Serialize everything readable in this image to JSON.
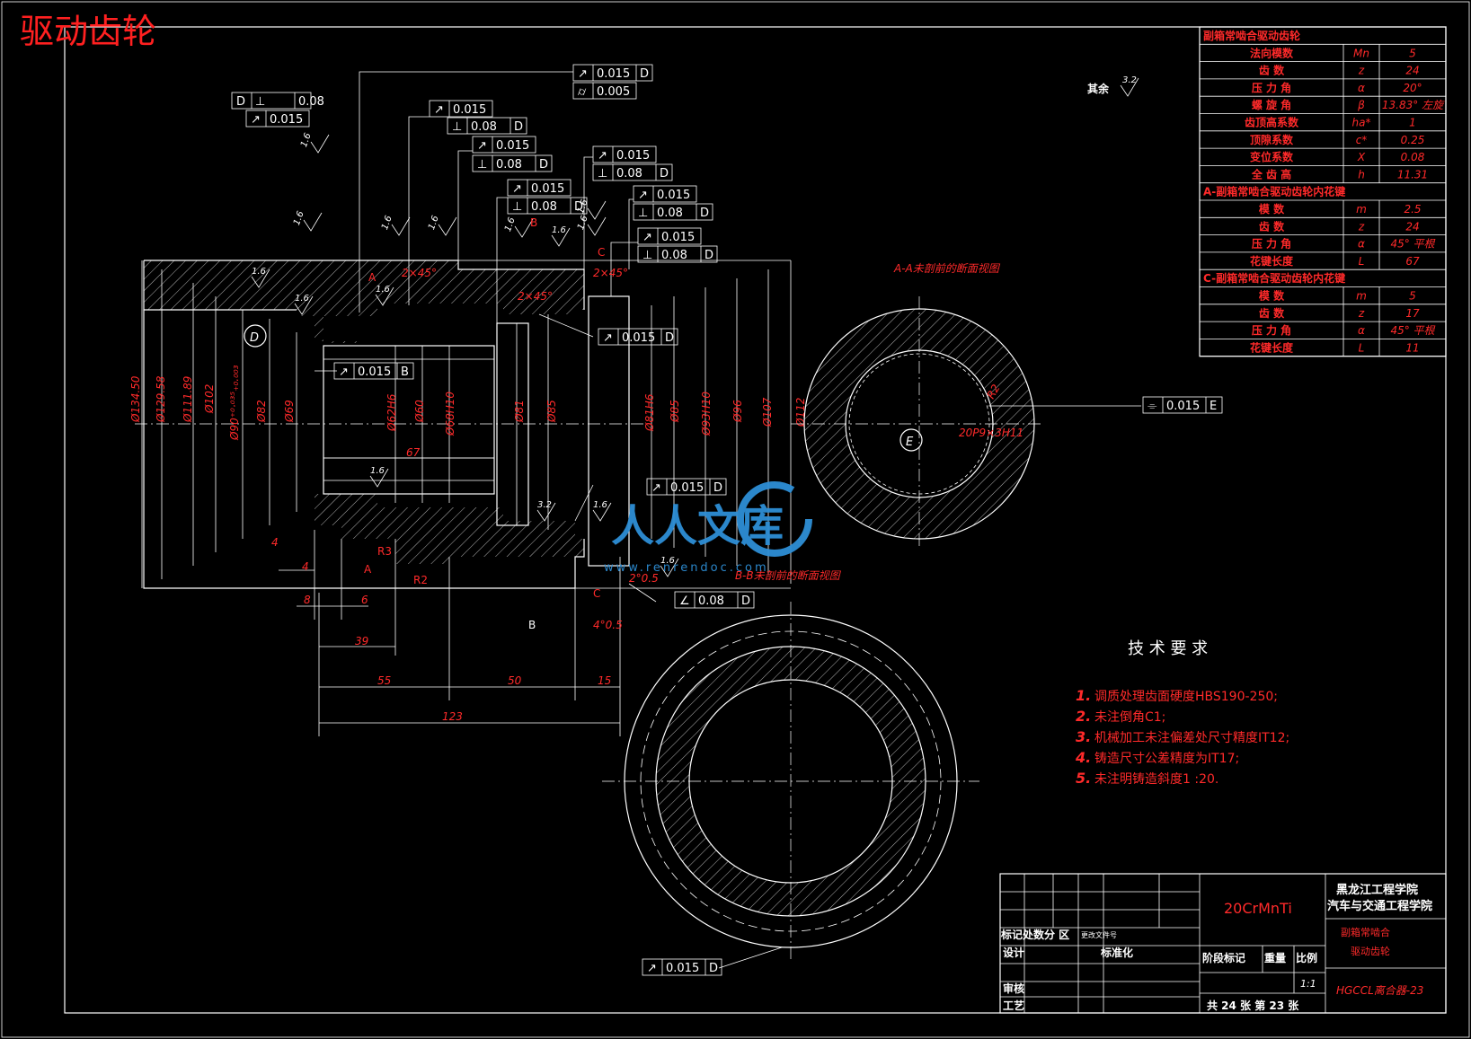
{
  "title": "驱动齿轮",
  "params_table": {
    "rows": [
      {
        "name": "副箱常啮合驱动齿轮",
        "sym": "",
        "val": "",
        "header": true
      },
      {
        "name": "法向模数",
        "sym": "Mn",
        "val": "5"
      },
      {
        "name": "齿 数",
        "sym": "z",
        "val": "24"
      },
      {
        "name": "压 力 角",
        "sym": "α",
        "val": "20°"
      },
      {
        "name": "螺 旋 角",
        "sym": "β",
        "val": "13.83° 左旋"
      },
      {
        "name": "齿顶高系数",
        "sym": "ha*",
        "val": "1"
      },
      {
        "name": "顶隙系数",
        "sym": "c*",
        "val": "0.25"
      },
      {
        "name": "变位系数",
        "sym": "X",
        "val": "0.08"
      },
      {
        "name": "全 齿 高",
        "sym": "h",
        "val": "11.31"
      },
      {
        "name": "A-副箱常啮合驱动齿轮内花键",
        "sym": "",
        "val": "",
        "header": true
      },
      {
        "name": "模 数",
        "sym": "m",
        "val": "2.5"
      },
      {
        "name": "齿 数",
        "sym": "z",
        "val": "24"
      },
      {
        "name": "压 力 角",
        "sym": "α",
        "val": "45° 平根"
      },
      {
        "name": "花键长度",
        "sym": "L",
        "val": "67"
      },
      {
        "name": "C-副箱常啮合驱动齿轮内花键",
        "sym": "",
        "val": "",
        "header": true
      },
      {
        "name": "模 数",
        "sym": "m",
        "val": "5"
      },
      {
        "name": "齿 数",
        "sym": "z",
        "val": "17"
      },
      {
        "name": "压 力 角",
        "sym": "α",
        "val": "45° 平根"
      },
      {
        "name": "花键长度",
        "sym": "L",
        "val": "11"
      }
    ]
  },
  "other_surface": "其余",
  "tolerance_frames": [
    {
      "sym": "↗",
      "val": "0.015",
      "ref": "D"
    },
    {
      "sym": "⌭",
      "val": "0.005",
      "ref": ""
    },
    {
      "sym": "D",
      "val": "⊥",
      "ref": "0.08"
    },
    {
      "sym": "↗",
      "val": "0.015",
      "ref": ""
    },
    {
      "sym": "↗",
      "val": "0.015",
      "ref": ""
    },
    {
      "sym": "⊥",
      "val": "0.08",
      "ref": "D"
    },
    {
      "sym": "↗",
      "val": "0.015",
      "ref": ""
    },
    {
      "sym": "⊥",
      "val": "0.08",
      "ref": "D"
    },
    {
      "sym": "↗",
      "val": "0.015",
      "ref": ""
    },
    {
      "sym": "⊥",
      "val": "0.08",
      "ref": "D"
    },
    {
      "sym": "↗",
      "val": "0.015",
      "ref": ""
    },
    {
      "sym": "⊥",
      "val": "0.08",
      "ref": "D"
    },
    {
      "sym": "↗",
      "val": "0.015",
      "ref": "B"
    },
    {
      "sym": "↗",
      "val": "0.015",
      "ref": "D"
    },
    {
      "sym": "↗",
      "val": "0.015",
      "ref": "D"
    },
    {
      "sym": "∠",
      "val": "0.08",
      "ref": "D"
    },
    {
      "sym": "⌯",
      "val": "0.015",
      "ref": "E"
    },
    {
      "sym": "↗",
      "val": "0.015",
      "ref": "D"
    }
  ],
  "dims_vertical": [
    "Ø134.50",
    "Ø129.58",
    "Ø111.89",
    "Ø102",
    "Ø90⁺⁰·⁰³⁵₊₀.₀₀₃",
    "Ø82",
    "Ø69",
    "Ø62H6",
    "Ø60",
    "Ø68H10",
    "Ø81",
    "Ø85",
    "Ø81H6",
    "Ø85",
    "Ø93H10",
    "Ø96",
    "Ø107",
    "Ø112"
  ],
  "dims_horizontal": {
    "d67": "67",
    "d4": "4",
    "d8": "8",
    "d6": "6",
    "d39": "39",
    "d55": "55",
    "d50": "50",
    "d15": "15",
    "d123": "123",
    "d4b": "4"
  },
  "chamfers": {
    "c1": "2×45°",
    "c2": "2×45°",
    "c3": "2×45°",
    "c4": "2°0.5",
    "c5": "4°0.5"
  },
  "roughness": [
    "1.6",
    "1.6",
    "1.6",
    "1.6",
    "1.6",
    "1.6",
    "1.6",
    "1.6",
    "1.6",
    "1.6",
    "1.6",
    "1.6",
    "3.2",
    "1.6",
    "1.6",
    "3.2"
  ],
  "section_labels": {
    "aa": "A-A未剖前的断面视图",
    "bb": "B-B未剖前的断面视图",
    "spline": "20P9×3H11"
  },
  "markers": {
    "A": "A",
    "B": "B",
    "C": "C",
    "D": "D",
    "E": "E",
    "R1": "R3",
    "R2": "R2"
  },
  "tech": {
    "heading": "技 术 要 求",
    "items": [
      {
        "num": "1.",
        "text": "调质处理齿面硬度HBS190-250;"
      },
      {
        "num": "2.",
        "text": "未注倒角C1;"
      },
      {
        "num": "3.",
        "text": "机械加工未注偏差处尺寸精度IT12;"
      },
      {
        "num": "4.",
        "text": "铸造尺寸公差精度为IT17;"
      },
      {
        "num": "5.",
        "text": "未注明铸造斜度1 :20."
      }
    ]
  },
  "title_block": {
    "material": "20CrMnTi",
    "school1": "黑龙江工程学院",
    "school2": "汽车与交通工程学院",
    "part1": "副箱常啮合",
    "part2": "驱动齿轮",
    "code": "HGCCL离合器-23",
    "rev_header": "标记处数分 区",
    "rev_doc": "更改文件号",
    "design": "设计",
    "standard": "标准化",
    "stage": "阶段标记",
    "weight": "重量",
    "scale_label": "比例",
    "scale": "1:1",
    "check": "审核",
    "process": "工艺",
    "sheets": "共 24 张 第 23 张"
  },
  "watermark": {
    "text": "人人文库",
    "url": "www.renrendoc.com"
  },
  "colors": {
    "bg": "#000000",
    "line": "#ffffff",
    "dim": "#ff2020",
    "accent": "#2e8fd6"
  }
}
